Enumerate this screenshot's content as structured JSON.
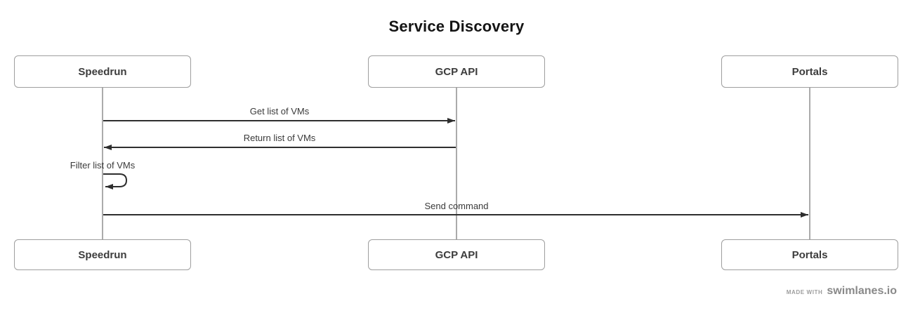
{
  "title": "Service Discovery",
  "diagram": {
    "type": "sequence-diagram",
    "actors": [
      {
        "id": "speedrun",
        "label": "Speedrun"
      },
      {
        "id": "gcp-api",
        "label": "GCP API"
      },
      {
        "id": "portals",
        "label": "Portals"
      }
    ],
    "messages": [
      {
        "from": "Speedrun",
        "to": "GCP API",
        "label": "Get list of VMs",
        "style": "solid-arrow-right"
      },
      {
        "from": "GCP API",
        "to": "Speedrun",
        "label": "Return list of VMs",
        "style": "solid-arrow-left"
      },
      {
        "from": "Speedrun",
        "to": "Speedrun",
        "label": "Filter list of VMs",
        "style": "self-loop"
      },
      {
        "from": "Speedrun",
        "to": "Portals",
        "label": "Send command",
        "style": "solid-arrow-right"
      }
    ]
  },
  "footer": {
    "made_with": "MADE WITH",
    "brand": "swimlanes.io"
  },
  "colors": {
    "arrow": "#2e2e2e",
    "box_border": "#9e9e9e",
    "lifeline": "#ababab",
    "title_text": "#141414",
    "label_text": "#3a3a3a",
    "footer_text": "#8d8d8d",
    "background": "#ffffff"
  }
}
